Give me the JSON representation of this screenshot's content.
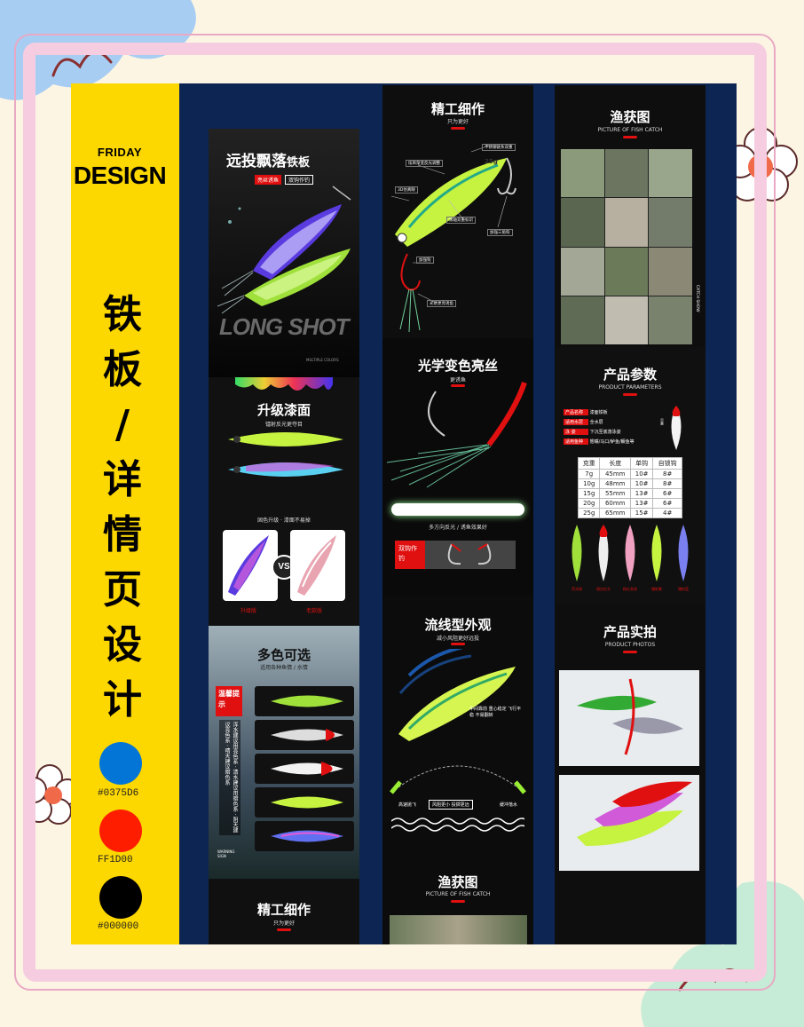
{
  "brand": {
    "small": "FRIDAY",
    "big": "DESIGN"
  },
  "sidebar_title": [
    "铁",
    "板",
    "/",
    "详",
    "情",
    "页",
    "设",
    "计"
  ],
  "colors": [
    {
      "hex": "#0375D6",
      "label": "#0375D6"
    },
    {
      "hex": "#FF1D00",
      "label": "FF1D00"
    },
    {
      "hex": "#000000",
      "label": "#000000"
    }
  ],
  "col1": {
    "hero_title_a": "远投飘落",
    "hero_title_b": "铁板",
    "hero_tag1": "亮丝诱鱼",
    "hero_tag2": "双钩作钓",
    "hero_big": "LONG SHOT",
    "hero_small": "MULTIPLE COLORS",
    "upgrade_title": "升级漆面",
    "upgrade_sub": "镭射反光更夺目",
    "upgrade_note": "固色升级 · 漆面不易掉",
    "vs": "VS",
    "upgrade_new": "升级版",
    "upgrade_old": "老款版",
    "color_title": "多色可选",
    "color_sub": "适用各种鱼情 / 水情",
    "warm_tip": "温馨提示",
    "warm_text": "浑水建议用亮色系 · 清水建议用暗色系 · 阴天建议亮色系 · 晴天建议暗色系",
    "warning": "WARNING SIGN",
    "craft_title": "精工细作",
    "craft_sub": "只为更好"
  },
  "col2": {
    "craft_title": "精工细作",
    "craft_sub": "只为更好",
    "craft_labels": [
      "不锈钢链条双重",
      "炫目渐变反光调整",
      "3D仿真眼",
      "滚轴双重标识",
      "加强三角钩",
      "加强钩",
      "光诱更亮诱鱼"
    ],
    "craft_weight": "25g",
    "optic_title": "光学变色亮丝",
    "optic_sub": "更诱鱼",
    "optic_note": "多方向反光 / 诱鱼效果好",
    "double_hook": "双钩作钓",
    "stream_title": "流线型外观",
    "stream_sub": "减小风阻更好远投",
    "stream_note": "中间靠前 重心稳定 飞行平稳 不易翻转",
    "stream_labels": [
      "高速抛飞",
      "风阻更小 投掷更远",
      "缓冲落水"
    ],
    "catch_title": "渔获图",
    "catch_sub": "PICTURE OF FISH CATCH"
  },
  "col3": {
    "catch_title": "渔获图",
    "catch_sub": "PICTURE OF FISH CATCH",
    "catch_side": "CATCH SHOW",
    "param_title": "产品参数",
    "param_sub": "PRODUCT PARAMETERS",
    "param_rows": [
      {
        "k": "产品名称",
        "v": "漆面铁板"
      },
      {
        "k": "适用水层",
        "v": "全水层"
      },
      {
        "k": "泳  姿",
        "v": "下沉至底落泳姿"
      },
      {
        "k": "适用鱼种",
        "v": "翘嘴/马口/鲈鱼/鳜鱼等"
      }
    ],
    "param_side": "示意",
    "table_head": [
      "克重",
      "长度",
      "单钩",
      "自锁钩"
    ],
    "table_rows": [
      [
        "7g",
        "45mm",
        "10#",
        "8#"
      ],
      [
        "10g",
        "48mm",
        "10#",
        "8#"
      ],
      [
        "15g",
        "55mm",
        "13#",
        "6#"
      ],
      [
        "20g",
        "60mm",
        "13#",
        "6#"
      ],
      [
        "25g",
        "65mm",
        "15#",
        "4#"
      ]
    ],
    "swatch_labels": [
      "荧光绿",
      "银白红头",
      "粉红条纹",
      "镭射紫",
      "镭射蓝"
    ],
    "photo_title": "产品实拍",
    "photo_sub": "PRODUCT PHOTOS"
  }
}
